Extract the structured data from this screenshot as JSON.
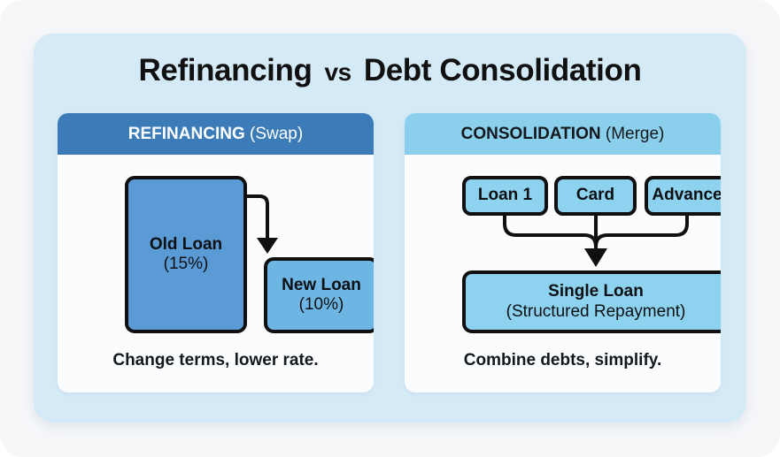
{
  "title": {
    "left": "Refinancing",
    "vs": "vs",
    "right": "Debt Consolidation"
  },
  "colors": {
    "page_background": "#f6f7f9",
    "card_background": "#d4eaf7",
    "panel_background": "#fbfcfd",
    "left_header_bg": "#3b7cb8",
    "left_header_text": "#ffffff",
    "right_header_bg": "#8ad0ed",
    "right_header_text": "#14181c",
    "old_loan_fill": "#5a9bd5",
    "new_loan_fill": "#6db6e3",
    "consolidation_node_fill": "#8dd2ef",
    "node_border": "#101010"
  },
  "panels": [
    {
      "id": "refinancing",
      "header_strong": "REFINANCING",
      "header_light": "(Swap)",
      "caption": "Change terms, lower rate.",
      "nodes": [
        {
          "id": "old-loan",
          "title": "Old Loan",
          "sub": "(15%)"
        },
        {
          "id": "new-loan",
          "title": "New Loan",
          "sub": "(10%)"
        }
      ],
      "flow": "old-loan -> new-loan"
    },
    {
      "id": "consolidation",
      "header_strong": "CONSOLIDATION",
      "header_light": "(Merge)",
      "caption": "Combine debts, simplify.",
      "nodes": [
        {
          "id": "loan1",
          "title": "Loan 1",
          "sub": ""
        },
        {
          "id": "card",
          "title": "Card",
          "sub": ""
        },
        {
          "id": "advance",
          "title": "Advance",
          "sub": ""
        },
        {
          "id": "single-loan",
          "title": "Single Loan",
          "sub": "(Structured Repayment)"
        }
      ],
      "flow": "loan1, card, advance -> single-loan"
    }
  ],
  "decoration": {
    "sparkle": "sparkle-icon"
  }
}
